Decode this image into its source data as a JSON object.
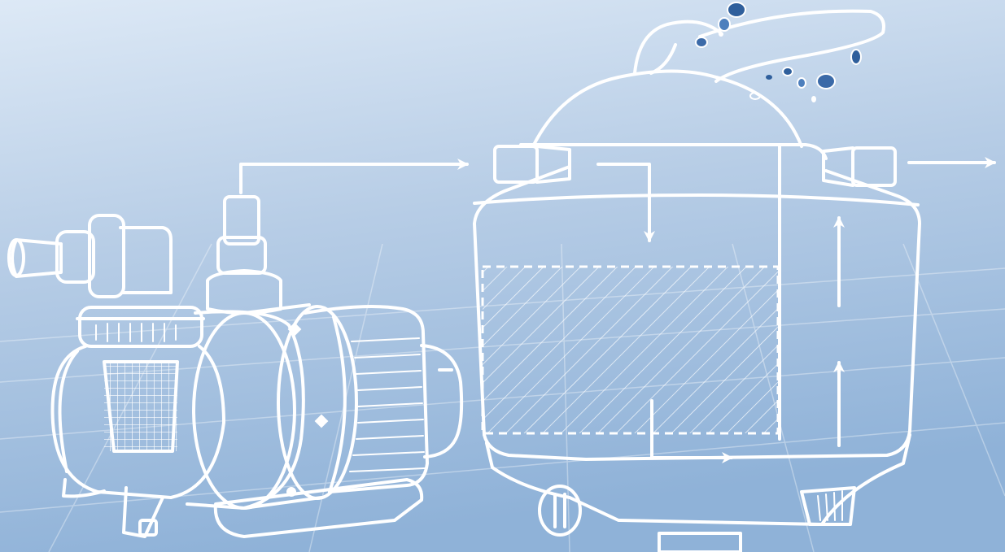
{
  "scene": {
    "colors": {
      "background_top": "#dce9f6",
      "background_bottom": "#7fa6cf",
      "line": "#ffffff",
      "droplet": "#2f5f9c"
    },
    "components": [
      {
        "id": "pump",
        "kind": "pool-pump"
      },
      {
        "id": "filter",
        "kind": "sand-filter-tank"
      },
      {
        "id": "valve",
        "kind": "multiport-valve"
      },
      {
        "id": "filter-media",
        "kind": "hatched-filter-bed"
      }
    ],
    "flow": [
      {
        "from": "pump-outlet",
        "to": "filter-inlet"
      },
      {
        "from": "filter-inlet",
        "to": "filter-media",
        "direction": "down"
      },
      {
        "from": "filter-media",
        "to": "riser",
        "direction": "right"
      },
      {
        "from": "riser",
        "to": "filter-outlet",
        "direction": "up"
      },
      {
        "from": "filter-outlet",
        "to": "return",
        "direction": "right"
      }
    ]
  }
}
